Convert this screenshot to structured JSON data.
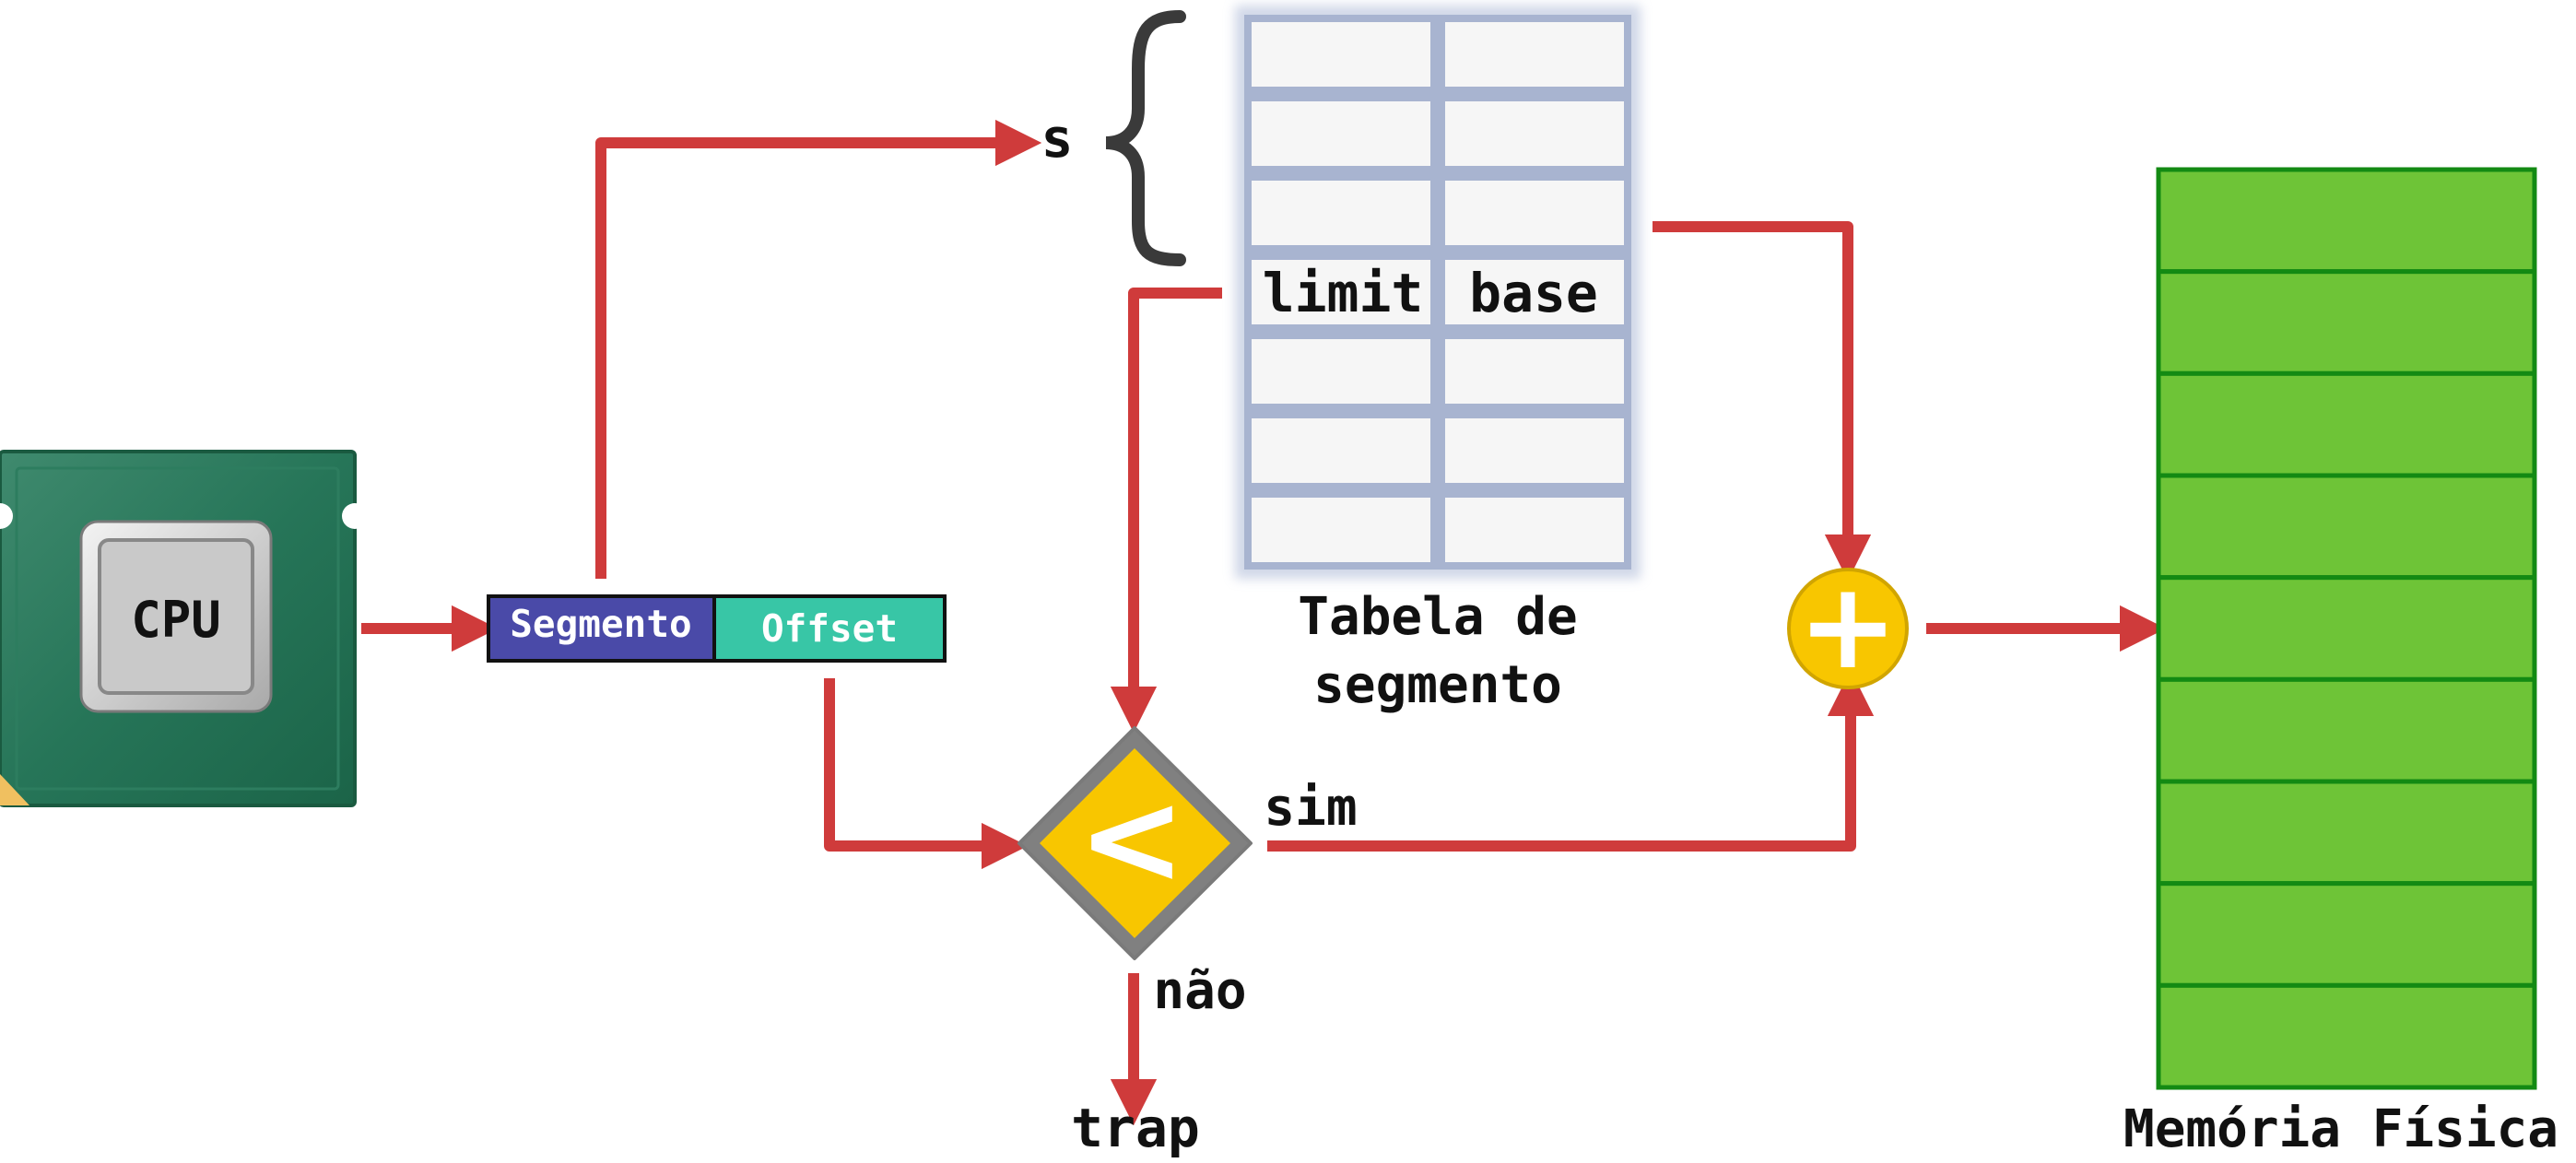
{
  "cpu": {
    "label": "CPU"
  },
  "address": {
    "segment_label": "Segmento",
    "offset_label": "Offset"
  },
  "segment_pointer": {
    "label": "s"
  },
  "segment_table": {
    "row_count": 7,
    "highlight_row": {
      "limit": "limit",
      "base": "base"
    },
    "caption_line1": "Tabela de",
    "caption_line2": "segmento"
  },
  "comparator": {
    "symbol": "<",
    "yes_label": "sim",
    "no_label": "não",
    "trap_label": "trap"
  },
  "adder": {
    "symbol": "+"
  },
  "memory": {
    "block_count": 9,
    "caption": "Memória Física"
  },
  "colors": {
    "arrow": "#cf3b3b",
    "segment_field": "#4a4aa8",
    "offset_field": "#38c6a6",
    "table_grid": "#a8b4d0",
    "table_cell": "#f6f6f6",
    "comparator_fill": "#f8c600",
    "comparator_border": "#808080",
    "adder_fill": "#f8c600",
    "memory_fill": "#6ec437",
    "memory_line": "#138a13",
    "cpu_board": "#216d52"
  }
}
